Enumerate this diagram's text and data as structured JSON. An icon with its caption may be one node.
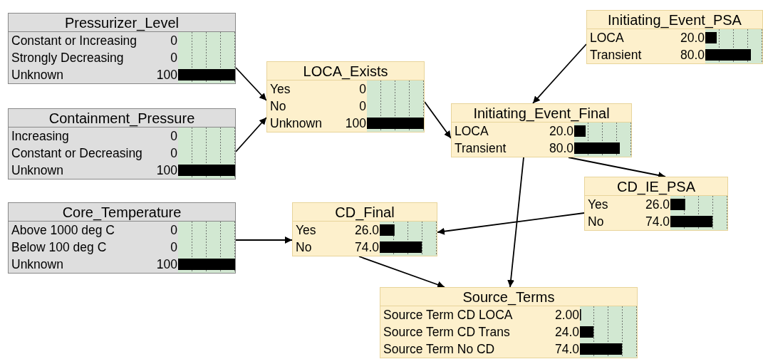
{
  "diagram": {
    "nodes": [
      {
        "text": [
          "Pressurizer_Level",
          "Constant or Increasing",
          "0",
          "Strongly Decreasing",
          "0",
          "Unknown",
          "100"
        ]
      },
      {
        "text": [
          "Containment_Pressure",
          "Increasing",
          "0",
          "Constant or Decreasing",
          "0",
          "Unknown",
          "100"
        ]
      },
      {
        "text": [
          "Core_Temperature",
          "Above 1000 deg C",
          "0",
          "Below 100 deg C",
          "0",
          "Unknown",
          "100"
        ]
      },
      {
        "text": [
          "LOCA_Exists",
          "Yes",
          "0",
          "No",
          "0",
          "Unknown",
          "100"
        ]
      },
      {
        "text": [
          "Initiating_Event_PSA",
          "LOCA",
          "20.0",
          "Transient",
          "80.0"
        ]
      },
      {
        "text": [
          "Initiating_Event_Final",
          "LOCA",
          "20.0",
          "Transient",
          "80.0"
        ]
      },
      {
        "text": [
          "CD_IE_PSA",
          "Yes",
          "26.0",
          "No",
          "74.0"
        ]
      },
      {
        "text": [
          "CD_Final",
          "Yes",
          "26.0",
          "No",
          "74.0"
        ]
      },
      {
        "text": [
          "Source_Terms",
          "Source Term CD LOCA",
          "2.00",
          "Source Term CD Trans",
          "24.0",
          "Source Term No CD",
          "74.0"
        ]
      }
    ],
    "edges": [
      {
        "from": 0,
        "to": 3,
        "arrow": "to"
      },
      {
        "from": 1,
        "to": 3,
        "arrow": "to"
      },
      {
        "from": 3,
        "to": 5,
        "arrow": "to"
      },
      {
        "from": 4,
        "to": 5,
        "arrow": "to"
      },
      {
        "from": 5,
        "to": 8,
        "arrow": "to"
      },
      {
        "from": 5,
        "to": 6,
        "arrow": "to"
      },
      {
        "from": 6,
        "to": 7,
        "arrow": "to"
      },
      {
        "from": 2,
        "to": 7,
        "arrow": "to"
      },
      {
        "from": 7,
        "to": 8,
        "arrow": "to"
      }
    ]
  }
}
